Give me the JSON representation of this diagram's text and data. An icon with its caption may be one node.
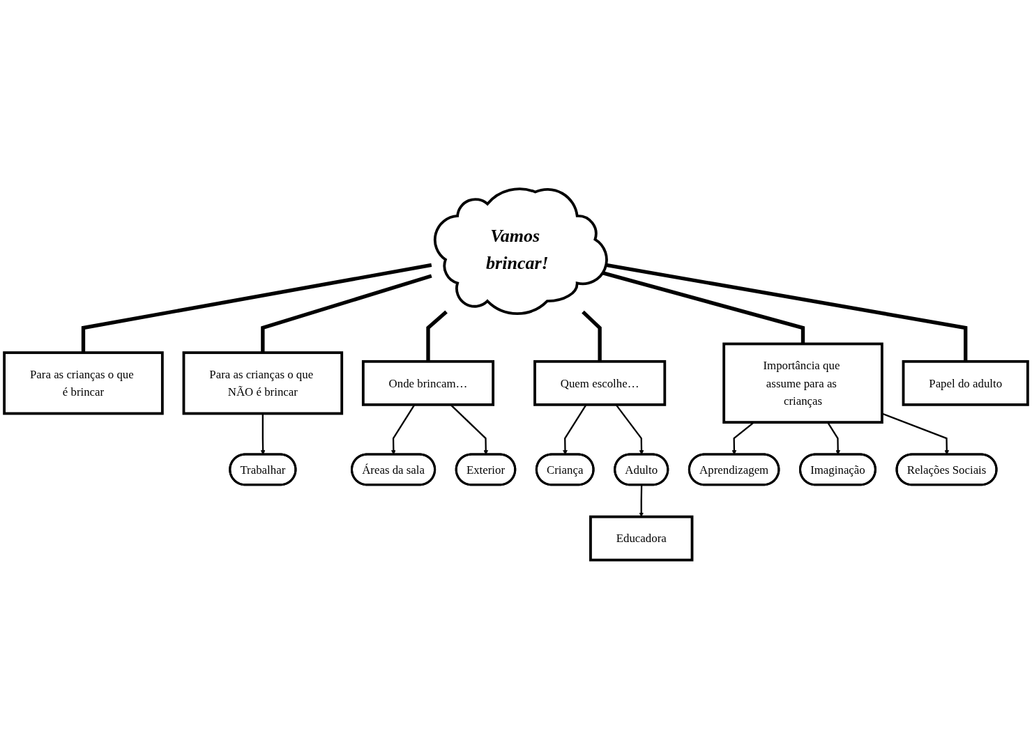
{
  "diagram": {
    "nodes": [
      {
        "text": [
          "Vamos brincar!"
        ]
      },
      {
        "text": [
          "Para as crianças o que é brincar"
        ]
      },
      {
        "text": [
          "Para as crianças o que NÃO é brincar"
        ]
      },
      {
        "text": [
          "Trabalhar"
        ]
      },
      {
        "text": [
          "Áreas da sala"
        ]
      },
      {
        "text": [
          "Exterior"
        ]
      },
      {
        "text": [
          "Onde brincam…"
        ]
      },
      {
        "text": [
          "Quem escolhe…"
        ]
      },
      {
        "text": [
          "Criança"
        ]
      },
      {
        "text": [
          "Adulto"
        ]
      },
      {
        "text": [
          "Educadora"
        ]
      },
      {
        "text": [
          "Importância que assume para as crianças"
        ]
      },
      {
        "text": [
          "Aprendizagem"
        ]
      },
      {
        "text": [
          "Imaginação"
        ]
      },
      {
        "text": [
          "Relações Sociais"
        ]
      },
      {
        "text": [
          "Papel do adulto"
        ]
      }
    ],
    "edges": [
      {
        "from": 0,
        "to": 1,
        "arrow": "none",
        "style": "thick"
      },
      {
        "from": 0,
        "to": 2,
        "arrow": "none",
        "style": "thick"
      },
      {
        "from": 2,
        "to": 3,
        "arrow": "to"
      },
      {
        "from": 0,
        "to": 6,
        "arrow": "none",
        "style": "thick"
      },
      {
        "from": 6,
        "to": 4,
        "arrow": "to"
      },
      {
        "from": 6,
        "to": 5,
        "arrow": "to"
      },
      {
        "from": 0,
        "to": 7,
        "arrow": "none",
        "style": "thick"
      },
      {
        "from": 7,
        "to": 8,
        "arrow": "to"
      },
      {
        "from": 7,
        "to": 9,
        "arrow": "to"
      },
      {
        "from": 9,
        "to": 10,
        "arrow": "to"
      },
      {
        "from": 0,
        "to": 11,
        "arrow": "none",
        "style": "thick"
      },
      {
        "from": 11,
        "to": 12,
        "arrow": "to"
      },
      {
        "from": 11,
        "to": 13,
        "arrow": "to"
      },
      {
        "from": 11,
        "to": 14,
        "arrow": "to"
      },
      {
        "from": 0,
        "to": 15,
        "arrow": "none",
        "style": "thick"
      }
    ]
  }
}
